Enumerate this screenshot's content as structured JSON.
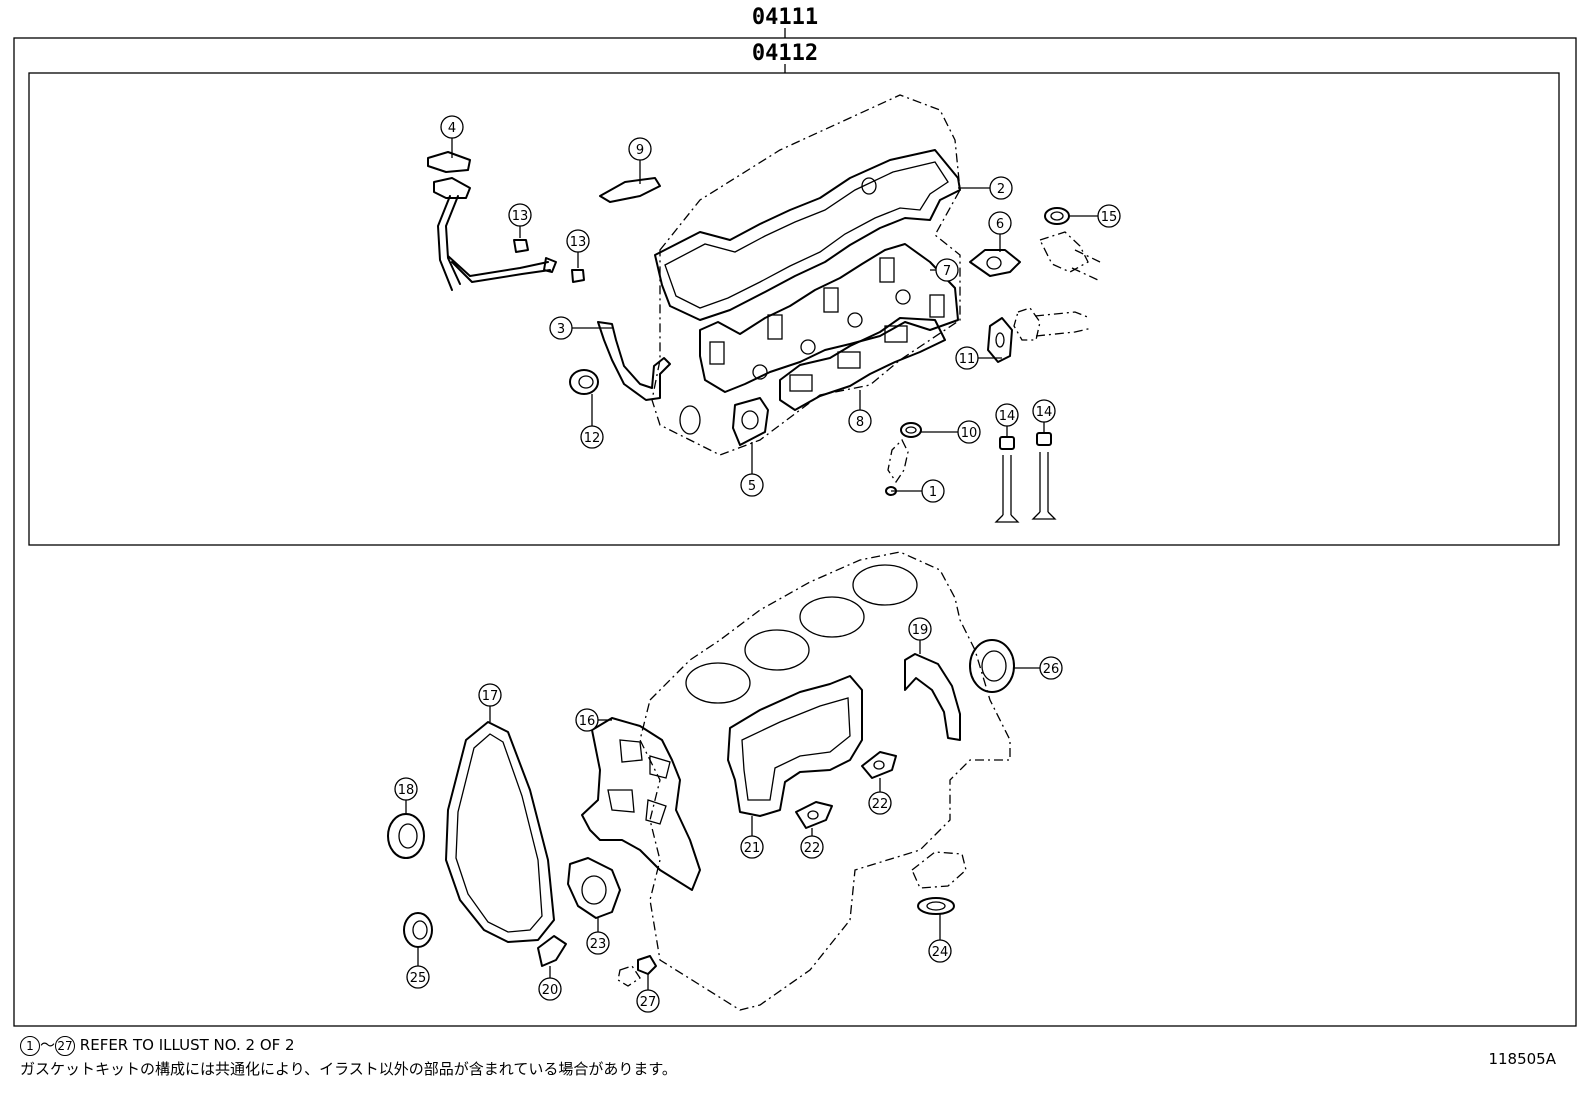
{
  "kit_codes": {
    "outer": "04111",
    "inner": "04112"
  },
  "callouts": [
    "1",
    "2",
    "3",
    "4",
    "5",
    "6",
    "7",
    "8",
    "9",
    "10",
    "11",
    "12",
    "13",
    "13",
    "14",
    "14",
    "15",
    "16",
    "17",
    "18",
    "19",
    "20",
    "21",
    "22",
    "22",
    "23",
    "24",
    "25",
    "26",
    "27"
  ],
  "note": {
    "range_start": "1",
    "range_sep": "～",
    "range_end": "27",
    "english": "REFER TO ILLUST NO. 2 OF 2",
    "japanese": "ガスケットキットの構成には共通化により、イラスト以外の部品が含まれている場合があります。"
  },
  "illustration_number": "118505A"
}
